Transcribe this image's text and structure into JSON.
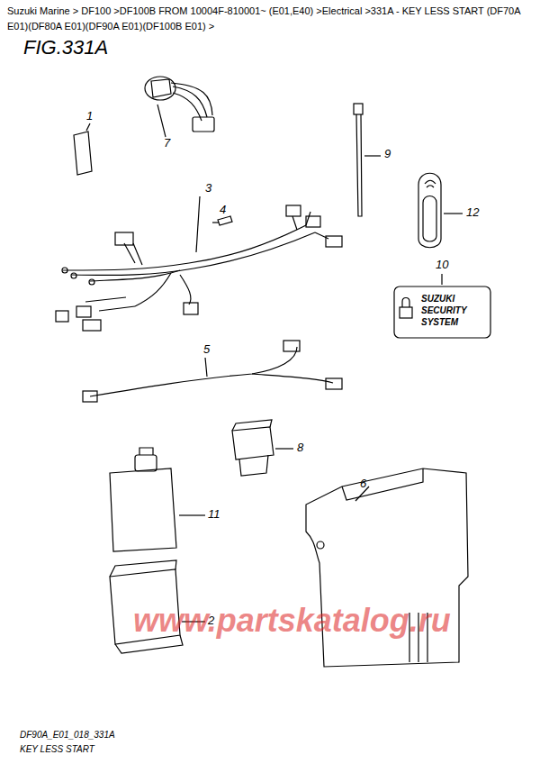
{
  "diagram": {
    "title": "FIG.331A",
    "caption": "KEY LESS START",
    "labels": [
      "Suzuki Marine > DF100 >DF100B FROM 10004F-810001~ (E01,E40) >Electrical >331A - KEY LESS START (DF70A E01)(DF80A E01)(DF90A E01)(DF100B E01) >",
      "1",
      "7",
      "9",
      "3",
      "4",
      "12",
      "10",
      "SUZUKI SECURITY SYSTEM",
      "5",
      "8",
      "6",
      "11",
      "2",
      "www.partskatalog.ru",
      "DF90A_E01_018_331A"
    ]
  }
}
